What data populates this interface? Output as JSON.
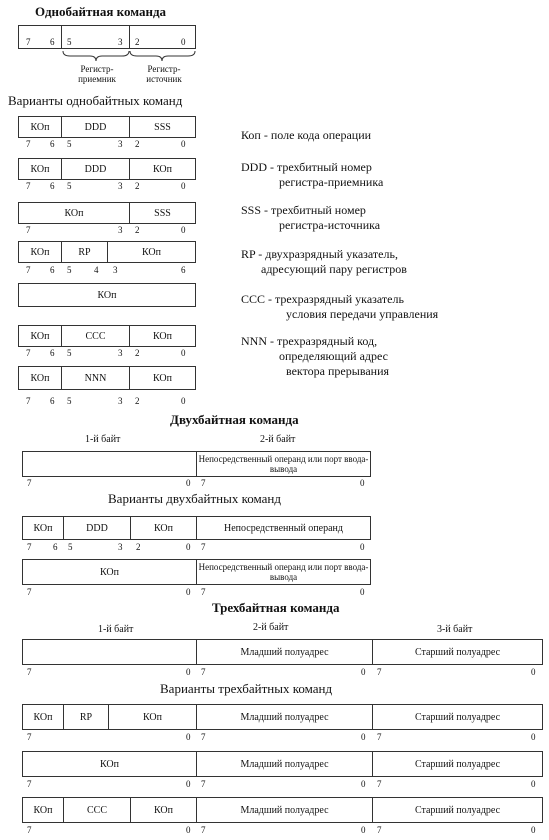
{
  "titles": {
    "one_byte": "Однобайтная команда",
    "one_byte_variants": "Варианты однобайтных команд",
    "two_byte": "Двухбайтная команда",
    "two_byte_variants": "Варианты двухбайтных команд",
    "three_byte": "Трехбайтная команда",
    "three_byte_variants": "Варианты трехбайтных команд"
  },
  "one_byte_format": {
    "bits": [
      "7",
      "6",
      "5",
      "3",
      "2",
      "0"
    ],
    "dest_label": "Регистр-приемник",
    "src_label": "Регистр-источник"
  },
  "fields": {
    "kop": "КОп",
    "ddd": "DDD",
    "sss": "SSS",
    "rp": "RP",
    "ccc": "CCC",
    "nnn": "NNN",
    "imm": "Непосредственный операнд",
    "imm_port": "Непосредственный операнд или порт ввода-вывода",
    "low_half": "Младший полуадрес",
    "high_half": "Старший полуадрес"
  },
  "bits": {
    "b7": "7",
    "b6": "6",
    "b5": "5",
    "b4": "4",
    "b3": "3",
    "b2": "2",
    "b0": "0"
  },
  "bytes": {
    "first": "1-й байт",
    "second": "2-й байт",
    "third": "3-й байт"
  },
  "legend": [
    {
      "line1": "Коп - поле кода операции",
      "line2": ""
    },
    {
      "line1": "DDD - трехбитный номер",
      "line2": "регистра-приемника"
    },
    {
      "line1": "SSS - трехбитный номер",
      "line2": "регистра-источника"
    },
    {
      "line1": "RP -  двухразрядный указатель,",
      "line2": "адресующий пару регистров"
    },
    {
      "line1": "CCC - трехразрядный указатель",
      "line2": "условия передачи управления"
    },
    {
      "line1": "NNN - трехразрядный код,",
      "line2": "определяющий адрес",
      "line3": "вектора прерывания"
    }
  ]
}
